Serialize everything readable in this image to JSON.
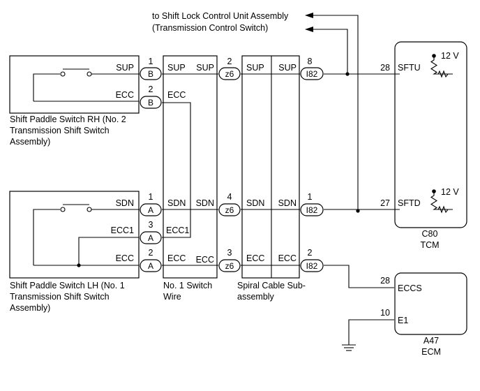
{
  "notes": {
    "shift_lock": "to Shift Lock Control Unit Assembly",
    "trans_switch": "(Transmission Control Switch)"
  },
  "rh_switch": {
    "line1": "Shift Paddle Switch RH (No. 2",
    "line2": "Transmission Shift Switch",
    "line3": "Assembly)",
    "sup": "SUP",
    "ecc": "ECC"
  },
  "lh_switch": {
    "line1": "Shift Paddle Switch LH (No. 1",
    "line2": "Transmission Shift Switch",
    "line3": "Assembly)",
    "sdn": "SDN",
    "ecc1": "ECC1",
    "ecc": "ECC"
  },
  "switch_wire": {
    "line1": "No. 1 Switch",
    "line2": "Wire",
    "in_labels": [
      "SUP",
      "ECC",
      "SDN",
      "ECC1",
      "ECC"
    ],
    "out_labels": [
      "SUP",
      "SDN",
      "ECC"
    ]
  },
  "spiral_cable": {
    "line1": "Spiral Cable Sub-",
    "line2": "assembly",
    "left_labels": [
      "SUP",
      "SDN",
      "ECC"
    ],
    "right_labels": [
      "SUP",
      "SDN",
      "ECC"
    ]
  },
  "connectors": {
    "b": "B",
    "a": "A",
    "z6": "z6",
    "i82": "I82"
  },
  "pins": {
    "rh_sup": "1",
    "rh_ecc": "2",
    "lh_sdn": "1",
    "lh_ecc1": "3",
    "lh_ecc": "2",
    "z6_sup": "2",
    "z6_sdn": "4",
    "z6_ecc": "3",
    "i82_sup": "8",
    "i82_sdn": "1",
    "i82_ecc": "2",
    "tcm_sftu": "28",
    "tcm_sftd": "27",
    "ecm_eccs": "28",
    "ecm_e1": "10"
  },
  "tcm": {
    "code": "C80",
    "name": "TCM",
    "sftu": "SFTU",
    "sftd": "SFTD",
    "v1": "12 V",
    "v2": "12 V"
  },
  "ecm": {
    "code": "A47",
    "name": "ECM",
    "eccs": "ECCS",
    "e1": "E1"
  }
}
